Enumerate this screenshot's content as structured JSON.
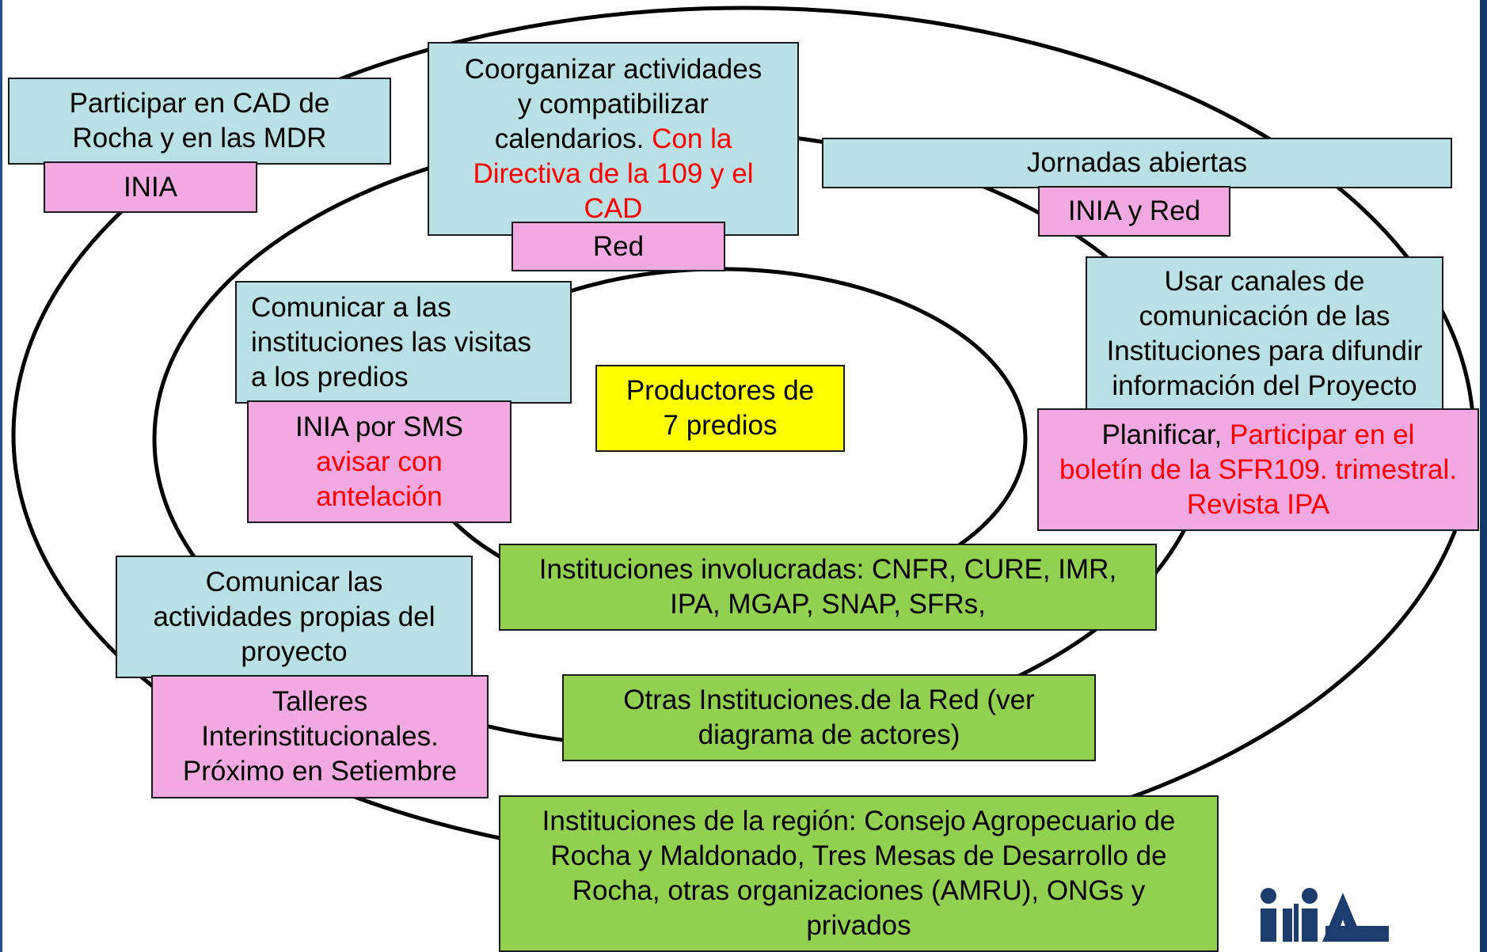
{
  "diagram": {
    "center": {
      "line1": "Productores de",
      "line2": "7 predios"
    },
    "top_left": {
      "action": {
        "line1": "Participar en CAD de",
        "line2": "Rocha y en las MDR"
      },
      "actor": "INIA"
    },
    "top_center": {
      "action": {
        "line1": "Coorganizar  actividades",
        "line2": "y compatibilizar",
        "line3_black": "calendarios. ",
        "line3_red": "Con la",
        "line4_red": "Directiva de la 109 y el",
        "line5_red": "CAD"
      },
      "actor": "Red"
    },
    "top_right": {
      "action": "Jornadas abiertas",
      "actor": "INIA  y Red"
    },
    "mid_left": {
      "action": {
        "line1": "Comunicar a las",
        "line2": "instituciones las visitas",
        "line3": "a los predios"
      },
      "actor": {
        "line1": "INIA  por SMS",
        "line2_red": "avisar   con",
        "line3_red": "antelación"
      }
    },
    "mid_right": {
      "action": {
        "line1": "Usar canales de",
        "line2": "comunicación de las",
        "line3": "Instituciones para difundir",
        "line4": "información del Proyecto"
      },
      "actor": {
        "line1_black": "Planificar, ",
        "line1_red": "Participar en el",
        "line2_red": "boletín de la SFR109. trimestral.",
        "line3_red": "Revista IPA"
      }
    },
    "bottom_left": {
      "action": {
        "line1": "Comunicar las",
        "line2": "actividades propias del",
        "line3": "proyecto"
      },
      "actor": {
        "line1": "Talleres",
        "line2": "Interinstitucionales.",
        "line3": "Próximo en Setiembre"
      }
    },
    "ring_inner": {
      "line1": "Instituciones involucradas: CNFR, CURE, IMR,",
      "line2": "IPA, MGAP, SNAP, SFRs,"
    },
    "ring_middle": {
      "line1": "Otras Instituciones.de la Red (ver",
      "line2": "diagrama de actores)"
    },
    "ring_outer": {
      "line1": "Instituciones de la región: Consejo Agropecuario de",
      "line2": "Rocha y Maldonado,  Tres Mesas de Desarrollo de",
      "line3": "Rocha, otras organizaciones (AMRU), ONGs y",
      "line4": "privados"
    },
    "logo": {
      "text": "INIA",
      "color": "#1c3d6e"
    }
  }
}
